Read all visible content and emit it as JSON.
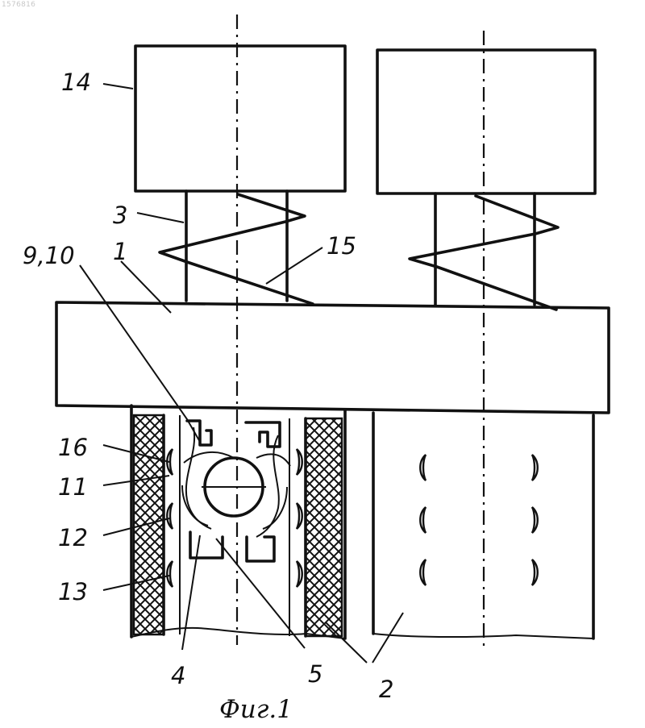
{
  "watermark": "1576816",
  "figure": {
    "caption": "Фиг.1"
  },
  "labels": {
    "l14": "14",
    "l3": "3",
    "l910": "9,10",
    "l1": "1",
    "l15": "15",
    "l16": "16",
    "l11": "11",
    "l12": "12",
    "l13": "13",
    "l4": "4",
    "l5": "5",
    "l2": "2"
  }
}
